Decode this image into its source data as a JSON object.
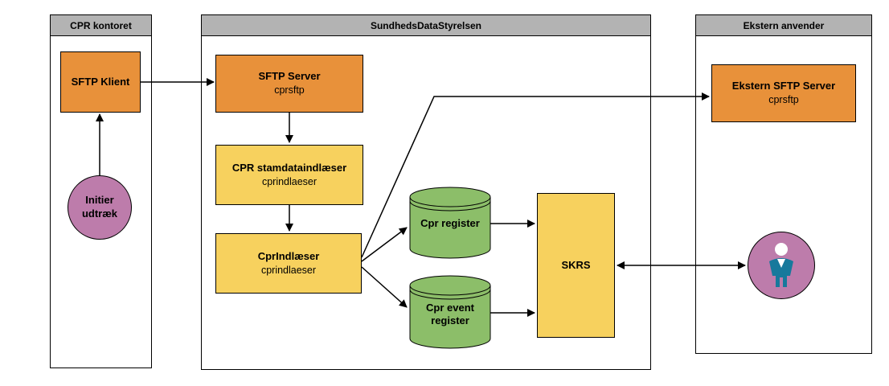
{
  "lanes": [
    {
      "label": "CPR kontoret"
    },
    {
      "label": "SundhedsDataStyrelsen"
    },
    {
      "label": "Ekstern anvender"
    }
  ],
  "nodes": {
    "sftp_klient": {
      "label": "SFTP Klient"
    },
    "initier_udtraek": {
      "label": "Initier udtræk"
    },
    "sftp_server": {
      "label": "SFTP Server",
      "sublabel": "cprsftp"
    },
    "cpr_stamdataindlaeser": {
      "label": "CPR stamdataindlæser",
      "sublabel": "cprindlaeser"
    },
    "cpr_indlaeser": {
      "label": "CprIndlæser",
      "sublabel": "cprindlaeser"
    },
    "cpr_register": {
      "label": "Cpr register"
    },
    "cpr_event_register": {
      "label": "Cpr event register"
    },
    "skrs": {
      "label": "SKRS"
    },
    "ekstern_sftp_server": {
      "label": "Ekstern SFTP Server",
      "sublabel": "cprsftp"
    },
    "ekstern_bruger": {
      "icon": "person-icon"
    }
  },
  "edges": [
    {
      "from": "initier_udtraek",
      "to": "sftp_klient",
      "direction": "one-way"
    },
    {
      "from": "sftp_klient",
      "to": "sftp_server",
      "direction": "one-way"
    },
    {
      "from": "sftp_server",
      "to": "cpr_stamdataindlaeser",
      "direction": "one-way"
    },
    {
      "from": "cpr_stamdataindlaeser",
      "to": "cpr_indlaeser",
      "direction": "one-way"
    },
    {
      "from": "cpr_indlaeser",
      "to": "ekstern_sftp_server",
      "direction": "one-way"
    },
    {
      "from": "cpr_indlaeser",
      "to": "cpr_register",
      "direction": "one-way"
    },
    {
      "from": "cpr_indlaeser",
      "to": "cpr_event_register",
      "direction": "one-way"
    },
    {
      "from": "cpr_register",
      "to": "skrs",
      "direction": "one-way"
    },
    {
      "from": "cpr_event_register",
      "to": "skrs",
      "direction": "one-way"
    },
    {
      "from": "skrs",
      "to": "ekstern_bruger",
      "direction": "two-way"
    }
  ],
  "colors": {
    "lane_header_bg": "#b3b3b3",
    "orange": "#e8913a",
    "yellow": "#f7d15e",
    "green": "#8cbe69",
    "purple": "#bd7cab",
    "person_blue": "#17799c",
    "border": "#000000",
    "background": "#ffffff"
  }
}
